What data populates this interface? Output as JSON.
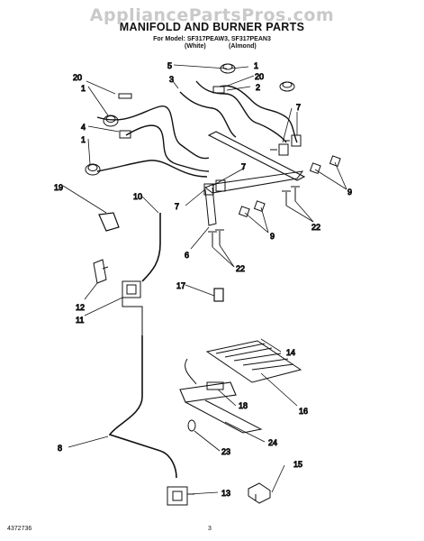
{
  "watermark": "AppliancePartsPros.com",
  "title": "MANIFOLD AND BURNER PARTS",
  "model_line": {
    "prefix": "For Model: ",
    "model_1": "SF317PEAW3",
    "separator": ", ",
    "model_2": "SF317PEAN3"
  },
  "variants": [
    "(White)",
    "(Almond)"
  ],
  "callouts": [
    {
      "num": "5"
    },
    {
      "num": "1"
    },
    {
      "num": "20"
    },
    {
      "num": "3"
    },
    {
      "num": "20"
    },
    {
      "num": "2"
    },
    {
      "num": "1"
    },
    {
      "num": "4"
    },
    {
      "num": "1"
    },
    {
      "num": "7"
    },
    {
      "num": "7"
    },
    {
      "num": "19"
    },
    {
      "num": "10"
    },
    {
      "num": "7"
    },
    {
      "num": "9"
    },
    {
      "num": "22"
    },
    {
      "num": "6"
    },
    {
      "num": "9"
    },
    {
      "num": "22"
    },
    {
      "num": "12"
    },
    {
      "num": "17"
    },
    {
      "num": "11"
    },
    {
      "num": "14"
    },
    {
      "num": "16"
    },
    {
      "num": "18"
    },
    {
      "num": "8"
    },
    {
      "num": "23"
    },
    {
      "num": "24"
    },
    {
      "num": "15"
    },
    {
      "num": "13"
    }
  ],
  "footer": {
    "doc_number": "4372736",
    "page": "3"
  },
  "colors": {
    "ink": "#111111",
    "watermark": "#c9c9c9",
    "paper": "#ffffff"
  }
}
